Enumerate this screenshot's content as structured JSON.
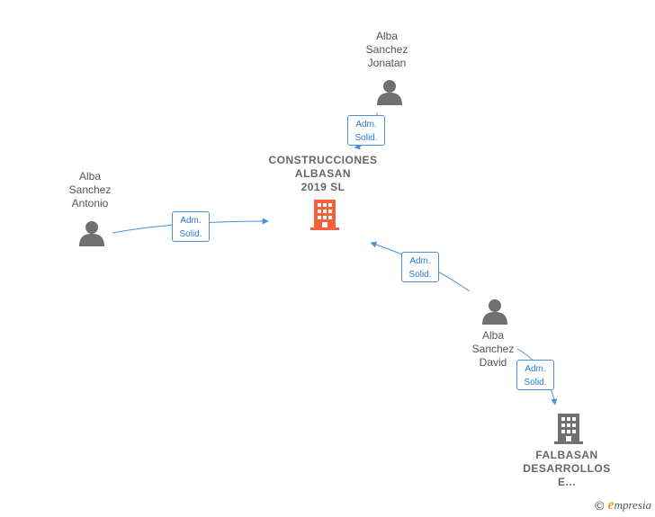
{
  "colors": {
    "edge": "#4a90d9",
    "person_icon": "#707070",
    "main_company_icon": "#f4613a",
    "other_company_icon": "#707070"
  },
  "nodes": {
    "main_company": {
      "label": "CONSTRUCCIONES\nALBASAN\n2019  SL",
      "icon": "building-icon"
    },
    "jonatan": {
      "label": "Alba\nSanchez\nJonatan",
      "icon": "person-icon"
    },
    "antonio": {
      "label": "Alba\nSanchez\nAntonio",
      "icon": "person-icon"
    },
    "david": {
      "label": "Alba\nSanchez\nDavid",
      "icon": "person-icon"
    },
    "falbasan": {
      "label": "FALBASAN\nDESARROLLOS\nE...",
      "icon": "building-icon"
    }
  },
  "edges": [
    {
      "line1": "Adm.",
      "line2": "Solid."
    },
    {
      "line1": "Adm.",
      "line2": "Solid."
    },
    {
      "line1": "Adm.",
      "line2": "Solid."
    },
    {
      "line1": "Adm.",
      "line2": "Solid."
    }
  ],
  "watermark": {
    "copyright": "©",
    "brand_initial": "e",
    "brand_rest": "mpresia"
  }
}
